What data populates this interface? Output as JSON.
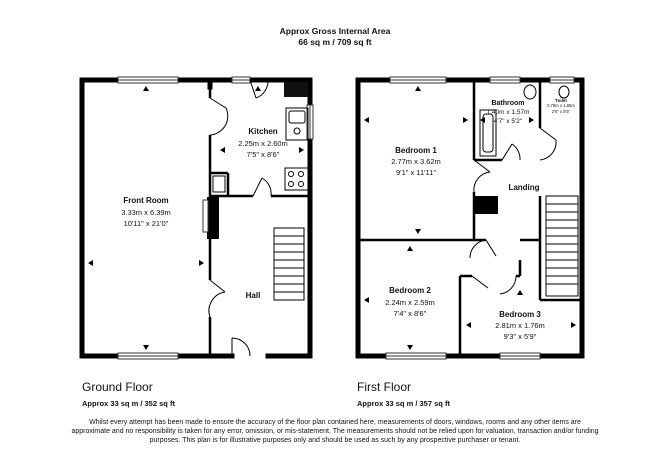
{
  "header": {
    "title": "Approx Gross Internal Area",
    "area": "66 sq m / 709 sq ft"
  },
  "floors": [
    {
      "name": "Ground Floor",
      "area": "Approx 33 sq m / 352 sq ft"
    },
    {
      "name": "First Floor",
      "area": "Approx 33 sq m / 357 sq ft"
    }
  ],
  "rooms": {
    "front_room": {
      "name": "Front Room",
      "metric": "3.33m x 6.39m",
      "imperial": "10'11\" x 21'0\""
    },
    "kitchen": {
      "name": "Kitchen",
      "metric": "2.25m x 2.60m",
      "imperial": "7'5\" x 8'6\""
    },
    "hall": {
      "name": "Hall"
    },
    "bedroom1": {
      "name": "Bedroom 1",
      "metric": "2.77m x 3.62m",
      "imperial": "9'1\" x 11'11\""
    },
    "bathroom": {
      "name": "Bathroom",
      "metric": "1.40m x 1.57m",
      "imperial": "4'7\" x 5'2\""
    },
    "toilet": {
      "name": "Toilet",
      "metric": "0.78m x 1.65m",
      "imperial": "2'6\" x 5'5\""
    },
    "landing": {
      "name": "Landing"
    },
    "bedroom2": {
      "name": "Bedroom 2",
      "metric": "2.24m x 2.59m",
      "imperial": "7'4\" x 8'6\""
    },
    "bedroom3": {
      "name": "Bedroom 3",
      "metric": "2.81m x 1.76m",
      "imperial": "9'3\" x 5'9\""
    }
  },
  "disclaimer": "Whilst every attempt has been made to ensure the accuracy of the floor plan contained here, measurements of doors, windows, rooms and any other items are approximate and no responsibility is taken for any error, omission, or mis-statement. The measurements should not be relied upon for valuation, transaction and/or funding purposes. This plan is for illustrative purposes only and should be used as such by any prospective purchaser or tenant."
}
